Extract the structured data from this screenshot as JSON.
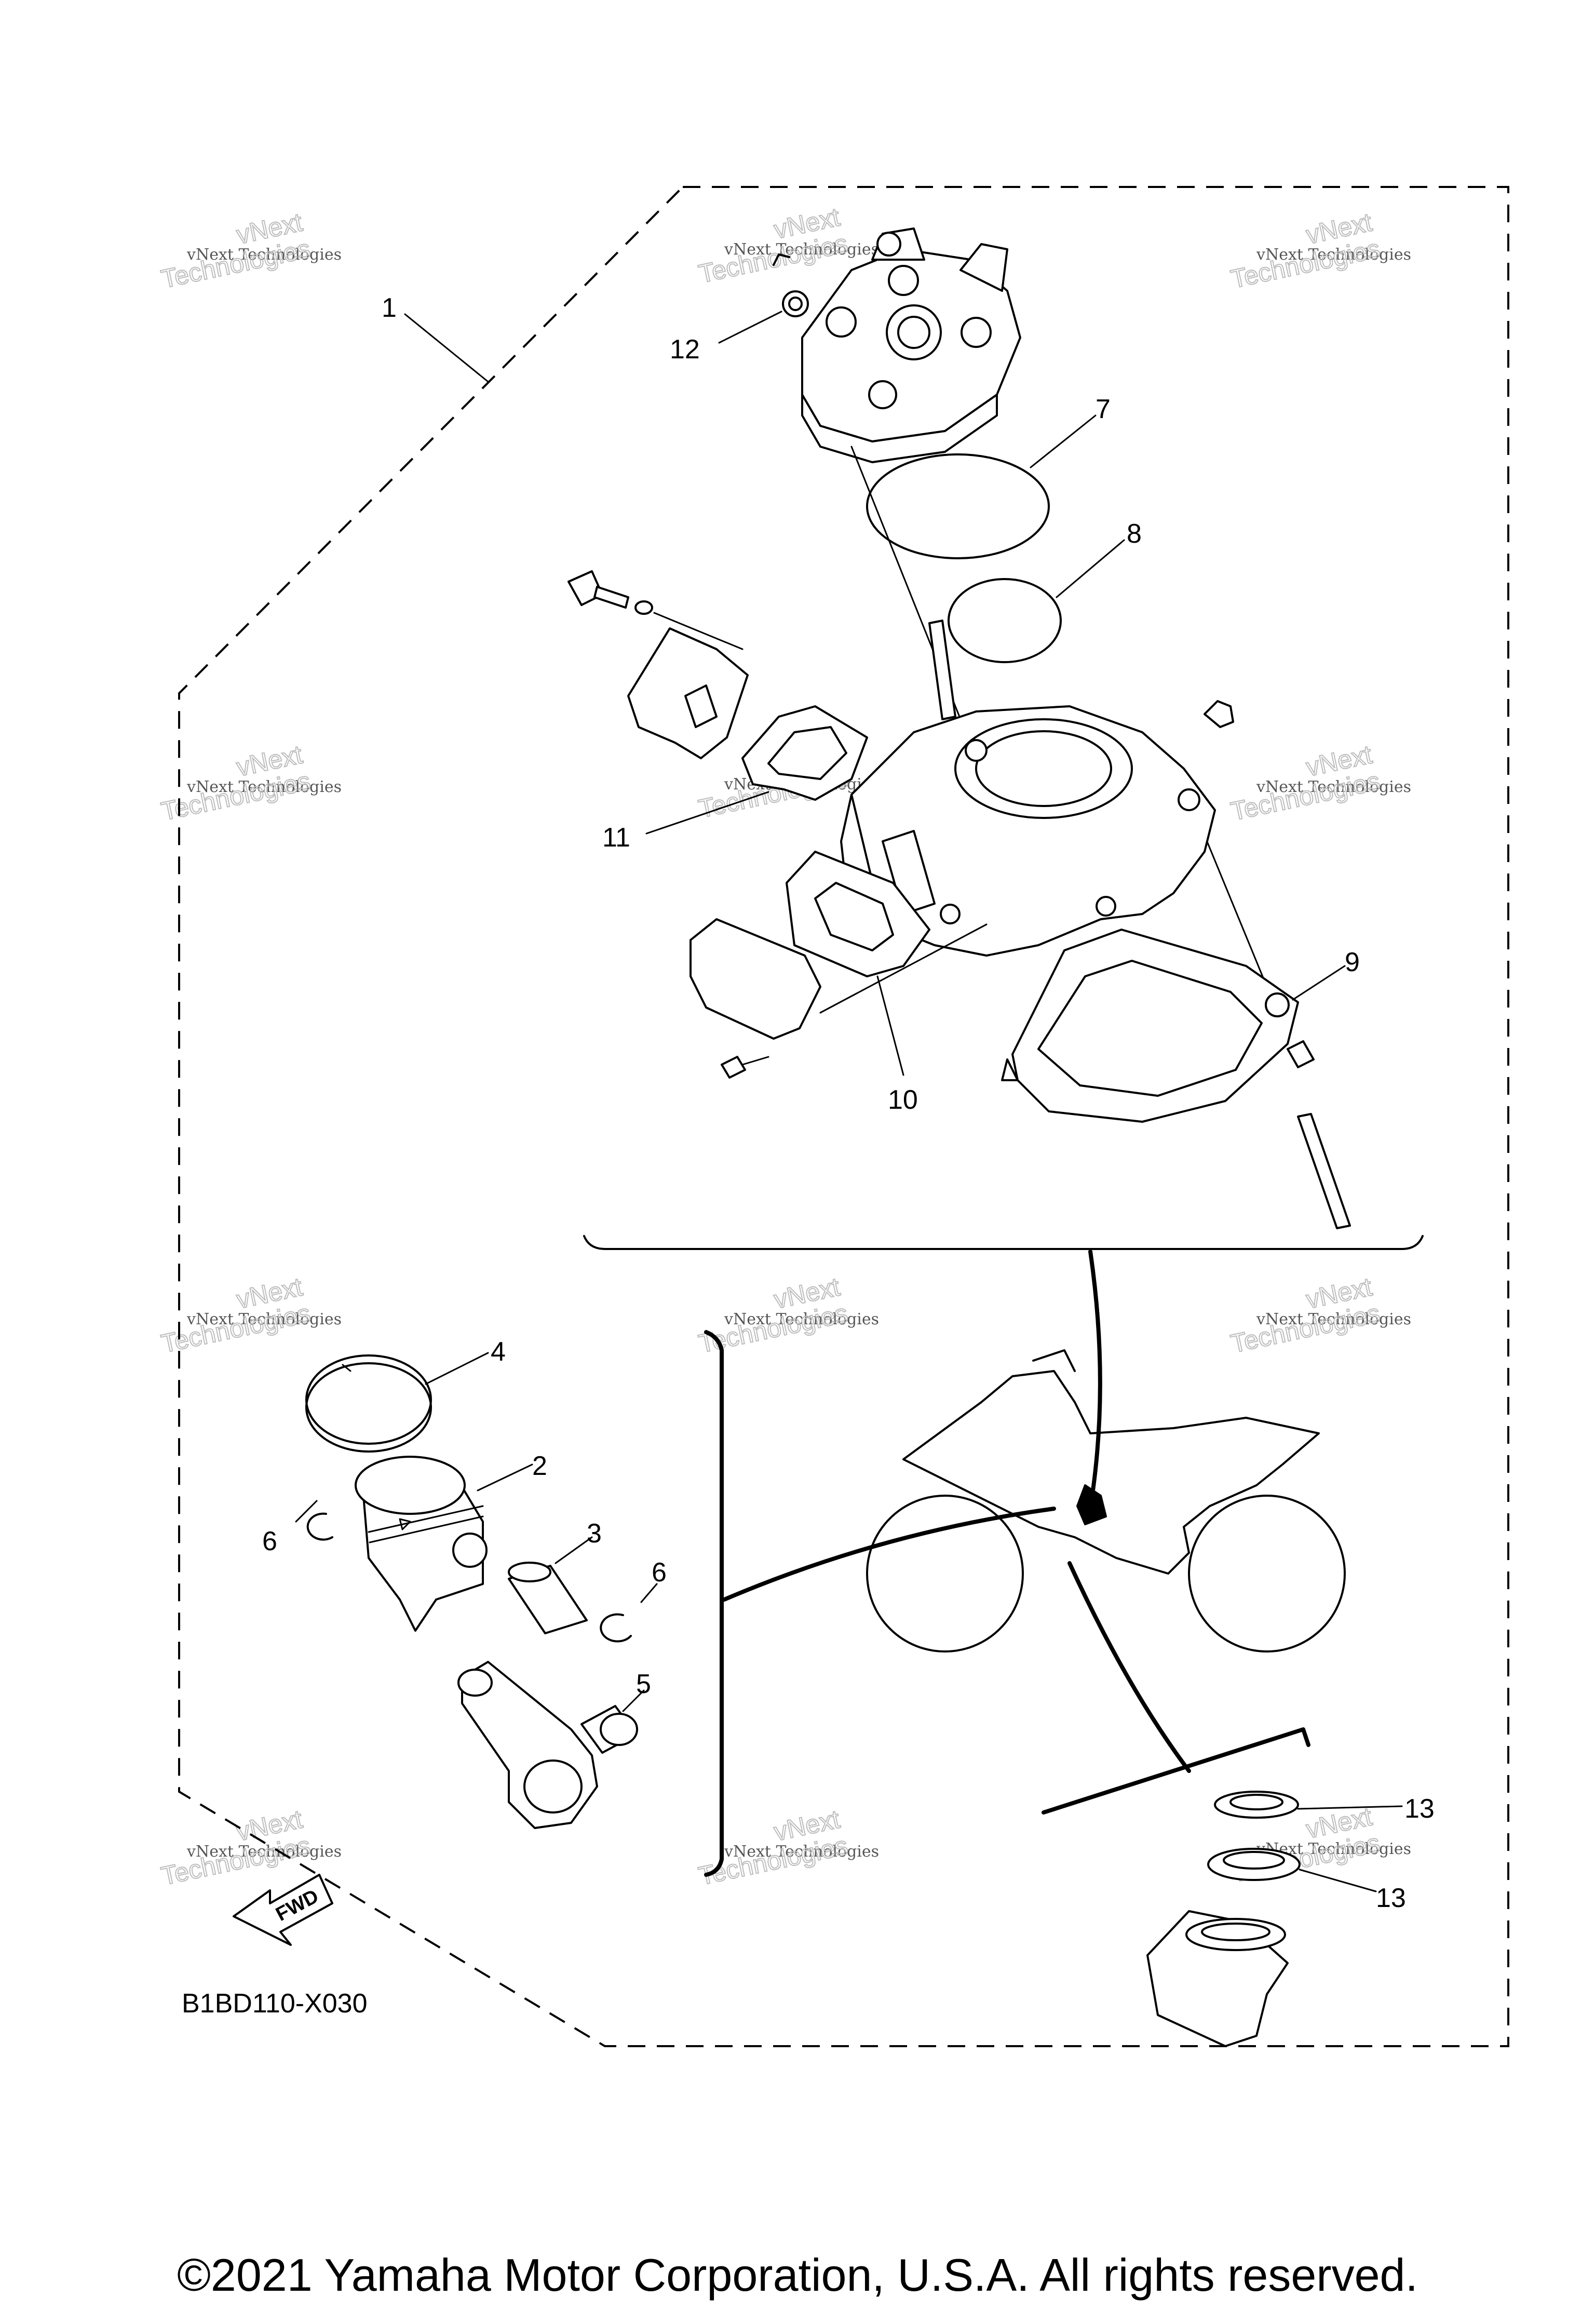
{
  "diagram": {
    "code": "B1BD110-X030",
    "fwd_label": "FWD",
    "copyright": "©2021 Yamaha Motor Corporation, U.S.A. All rights reserved.",
    "watermark": {
      "line1": "vNext Technologies",
      "line2": "vNext",
      "line3": "Technologies"
    },
    "callouts": [
      {
        "id": "1",
        "label": "1",
        "part": "outer-kit-boundary"
      },
      {
        "id": "2",
        "label": "2",
        "part": "piston"
      },
      {
        "id": "3",
        "label": "3",
        "part": "piston-pin"
      },
      {
        "id": "4",
        "label": "4",
        "part": "piston-ring"
      },
      {
        "id": "5",
        "label": "5",
        "part": "needle-bearing"
      },
      {
        "id": "6a",
        "label": "6",
        "part": "circlip-left"
      },
      {
        "id": "6b",
        "label": "6",
        "part": "circlip-right"
      },
      {
        "id": "7",
        "label": "7",
        "part": "o-ring-large"
      },
      {
        "id": "8",
        "label": "8",
        "part": "o-ring-small"
      },
      {
        "id": "9",
        "label": "9",
        "part": "cylinder-base-gasket"
      },
      {
        "id": "10",
        "label": "10",
        "part": "exhaust-gasket"
      },
      {
        "id": "11",
        "label": "11",
        "part": "power-valve-gasket"
      },
      {
        "id": "12",
        "label": "12",
        "part": "head-washer"
      },
      {
        "id": "13a",
        "label": "13",
        "part": "oil-seal-upper"
      },
      {
        "id": "13b",
        "label": "13",
        "part": "oil-seal-lower"
      }
    ]
  }
}
